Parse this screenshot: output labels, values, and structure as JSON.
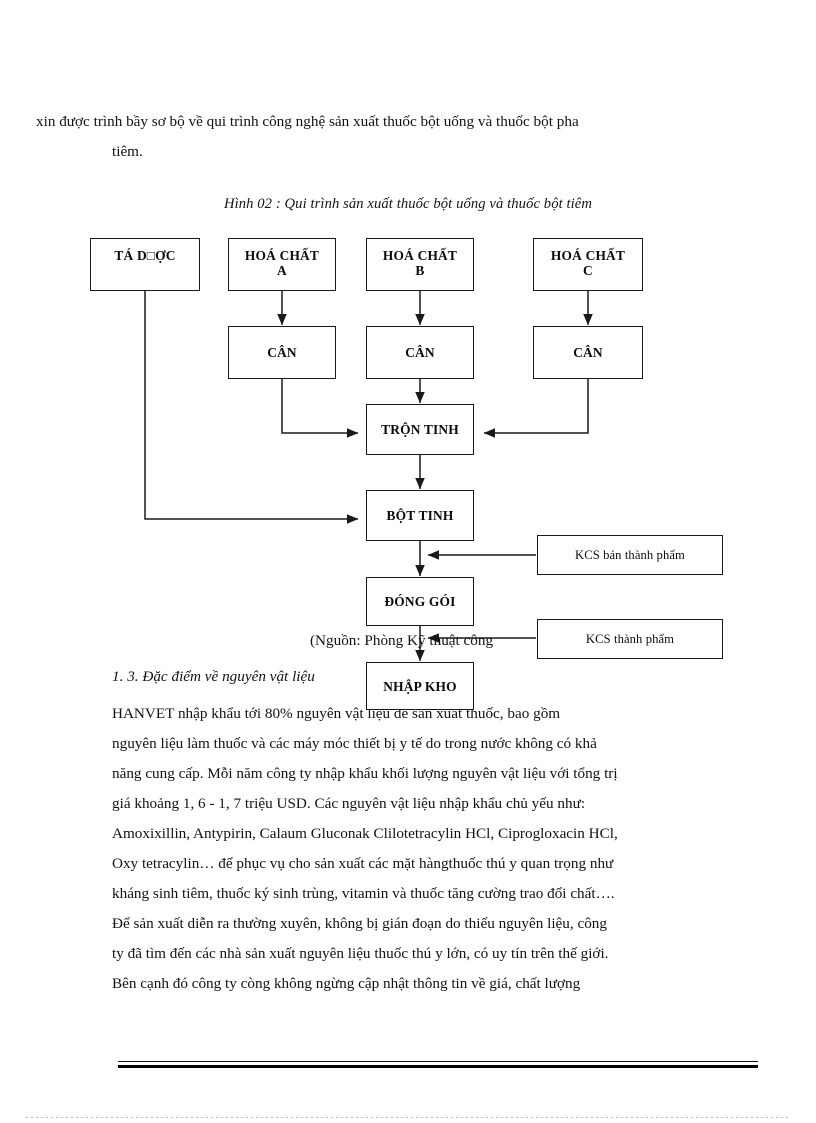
{
  "document": {
    "intro_lines": [
      "xin  được trình bầy sơ bộ về qui trình công nghệ sản xuất thuốc bột uống và thuốc bột pha",
      "tiêm."
    ],
    "figure_caption": "Hình 02 : Qui trình sản xuất thuốc bột uống và thuốc bột tiêm",
    "source_note": "(Nguồn: Phòng Kỹ thuật công",
    "section_heading": "1. 3. Đặc điểm về nguyên vật liệu",
    "body_lines": [
      "HANVET  nhập khẩu tới 80% nguyên vật liệu  để sản xuất thuốc, bao gồm",
      "nguyên liệu làm thuốc và các máy móc thiết bị y tế do trong nước không có khả",
      "năng cung cấp. Mỗi năm công ty nhập khẩu khối lượng nguyên vật liệu với tổng trị",
      "giá khoảng 1, 6 - 1, 7 triệu USD. Các nguyên vật liệu nhập khẩu chủ yếu như:",
      "Amoxixillin,  Antypirin, Calaum Gluconak Clilotetracylin  HCl, Ciprogloxacin HCl,",
      "Oxy tetracylin…  để phục vụ cho sản xuất các mặt hàngthuốc thú y quan trọng như",
      "kháng sinh tiêm, thuốc ký sinh trùng, vitamin và thuốc tăng cường trao đổi chất….",
      "Để sản xuất diễn ra thường xuyên, không bị gián đoạn do thiếu nguyên liệu, công",
      "ty đã tìm đến các nhà sản xuất nguyên liệu thuốc thú y lớn, có uy tín trên thế giới.",
      "Bên cạnh đó công ty còng không ngừng cập nhật thông tin về giá, chất lượng"
    ]
  },
  "flowchart": {
    "title": "Qui trình sản xuất thuốc bột uống và thuốc bột tiêm",
    "nodes": [
      {
        "id": "ta-duoc",
        "label": "TÁ D□ỢC"
      },
      {
        "id": "hoa-chat-a",
        "label": "HOÁ CHẤT\nA"
      },
      {
        "id": "hoa-chat-b",
        "label": "HOÁ CHẤT\nB"
      },
      {
        "id": "hoa-chat-c",
        "label": "HOÁ CHẤT\nC"
      },
      {
        "id": "can-a",
        "label": "CÂN"
      },
      {
        "id": "can-b",
        "label": "CÂN"
      },
      {
        "id": "can-c",
        "label": "CÂN"
      },
      {
        "id": "tron-tinh",
        "label": "TRỘN TINH"
      },
      {
        "id": "bot-tinh",
        "label": "BỘT TINH"
      },
      {
        "id": "dong-goi",
        "label": "ĐÓNG GÓI"
      },
      {
        "id": "nhap-kho",
        "label": "NHẬP KHO"
      },
      {
        "id": "kcs-ban",
        "label": "KCS bán thành phẩm"
      },
      {
        "id": "kcs-thanh",
        "label": "KCS thành phẩm"
      }
    ],
    "edges": [
      {
        "from": "hoa-chat-a",
        "to": "can-a"
      },
      {
        "from": "hoa-chat-b",
        "to": "can-b"
      },
      {
        "from": "hoa-chat-c",
        "to": "can-c"
      },
      {
        "from": "can-a",
        "to": "tron-tinh"
      },
      {
        "from": "can-b",
        "to": "tron-tinh"
      },
      {
        "from": "can-c",
        "to": "tron-tinh"
      },
      {
        "from": "tron-tinh",
        "to": "bot-tinh"
      },
      {
        "from": "ta-duoc",
        "to": "bot-tinh"
      },
      {
        "from": "bot-tinh",
        "to": "dong-goi"
      },
      {
        "from": "kcs-ban",
        "to": "dong-goi"
      },
      {
        "from": "dong-goi",
        "to": "nhap-kho"
      },
      {
        "from": "kcs-thanh",
        "to": "nhap-kho"
      }
    ]
  },
  "colors": {
    "ink": "#121212",
    "stroke": "#1a1a1a",
    "paper": "#ffffff"
  }
}
